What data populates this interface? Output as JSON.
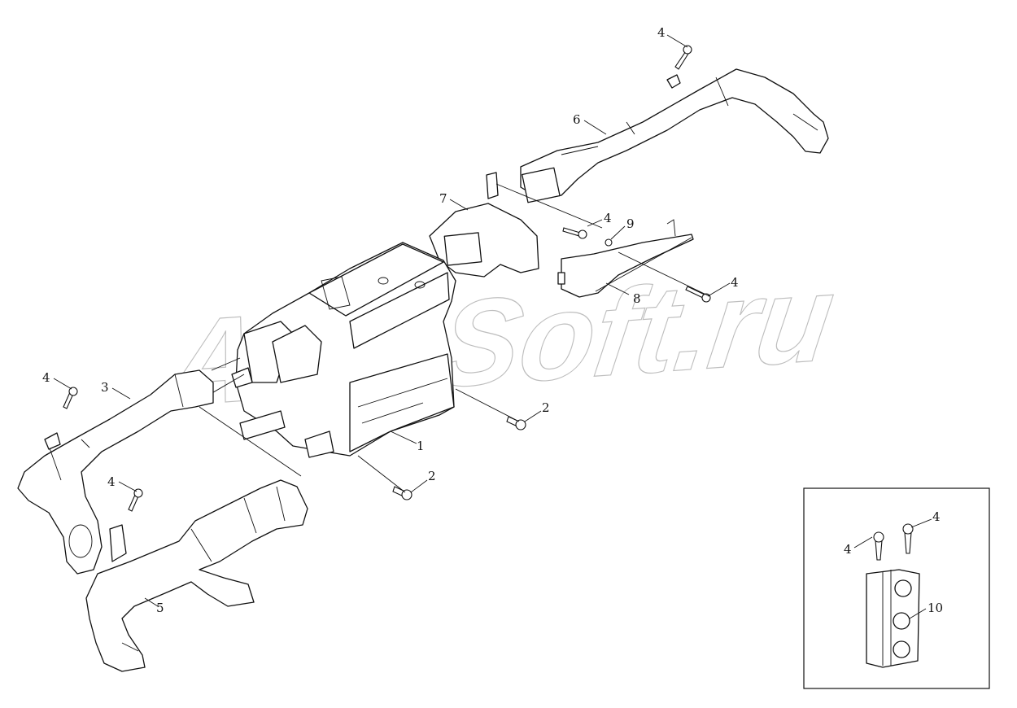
{
  "diagram": {
    "callouts": [
      "4",
      "6",
      "7",
      "4",
      "9",
      "4",
      "8",
      "3",
      "4",
      "2",
      "1",
      "2",
      "4",
      "5",
      "4",
      "4",
      "10"
    ],
    "watermark": "AvtoSoft.ru"
  },
  "colors": {
    "line": "#111111",
    "watermark": "#8a8a8a",
    "background": "#ffffff"
  }
}
